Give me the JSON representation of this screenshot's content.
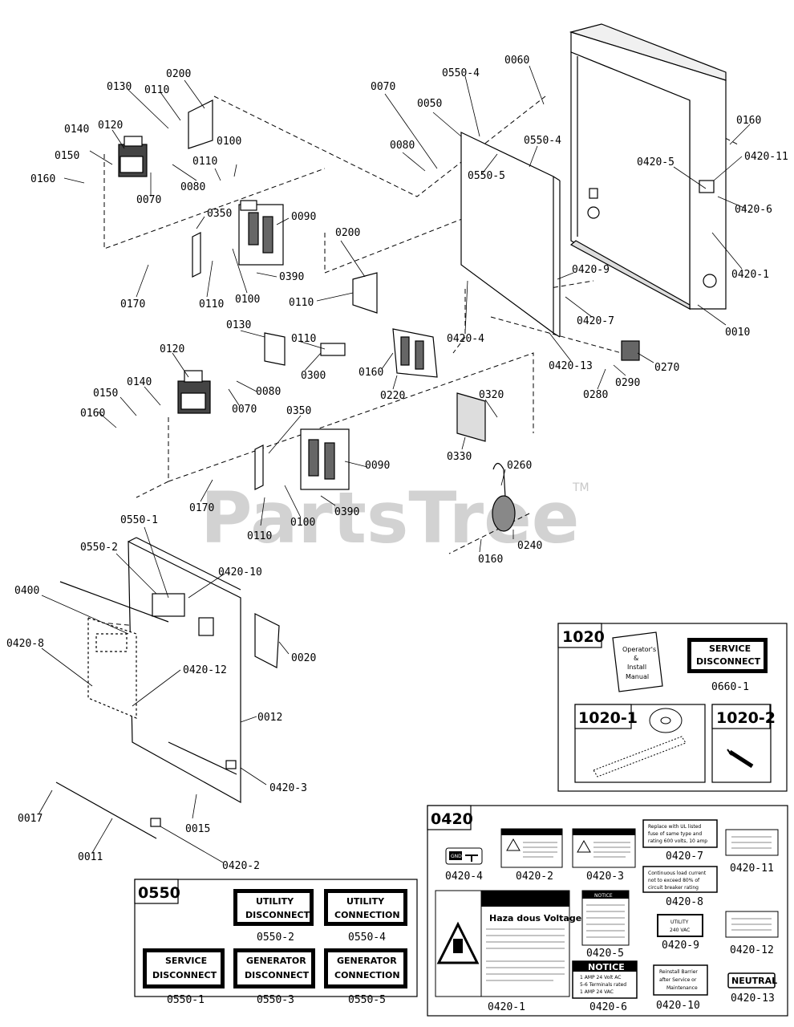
{
  "watermark": {
    "text": "PartsTree",
    "tm": "TM"
  },
  "callouts": {
    "c0200a": "0200",
    "c0130a": "0130",
    "c0110a": "0110",
    "c0120a": "0120",
    "c0140a": "0140",
    "c0150a": "0150",
    "c0160a": "0160",
    "c0070a": "0070",
    "c0080a": "0080",
    "c0110b": "0110",
    "c0100a": "0100",
    "c0350a": "0350",
    "c0090a": "0090",
    "c0390a": "0390",
    "c0170a": "0170",
    "c0110c": "0110",
    "c0100b": "0100",
    "c0070b": "0070",
    "c0050": "0050",
    "c0550_4a": "0550-4",
    "c0060": "0060",
    "c0080b": "0080",
    "c0550_4b": "0550-4",
    "c0550_5": "0550-5",
    "c0160b": "0160",
    "c0420_11": "0420-11",
    "c0420_5": "0420-5",
    "c0420_6": "0420-6",
    "c0420_1": "0420-1",
    "c0010": "0010",
    "c0200b": "0200",
    "c0110d": "0110",
    "c0420_9": "0420-9",
    "c0420_7": "0420-7",
    "c0130b": "0130",
    "c0110e": "0110",
    "c0420_4": "0420-4",
    "c0420_13": "0420-13",
    "c0300": "0300",
    "c0160c": "0160",
    "c0220": "0220",
    "c0120b": "0120",
    "c0140b": "0140",
    "c0080c": "0080",
    "c0150b": "0150",
    "c0070c": "0070",
    "c0160d": "0160",
    "c0270": "0270",
    "c0290": "0290",
    "c0280": "0280",
    "c0320": "0320",
    "c0330": "0330",
    "c0350b": "0350",
    "c0090b": "0090",
    "c0170b": "0170",
    "c0390b": "0390",
    "c0110f": "0110",
    "c0100c": "0100",
    "c0260": "0260",
    "c0240": "0240",
    "c0160e": "0160",
    "c0550_1": "0550-1",
    "c0550_2": "0550-2",
    "c0420_10": "0420-10",
    "c0400": "0400",
    "c0420_8": "0420-8",
    "c0020": "0020",
    "c0420_12": "0420-12",
    "c0012": "0012",
    "c0420_3": "0420-3",
    "c0017": "0017",
    "c0015": "0015",
    "c0011": "0011",
    "c0420_2": "0420-2"
  },
  "box1020": {
    "header": "1020",
    "manual": [
      "Operator's",
      "&",
      "Install",
      "Manual"
    ],
    "label_service": [
      "SERVICE",
      "DISCONNECT"
    ],
    "label_service_code": "0660-1",
    "sub1": "1020-1",
    "sub2": "1020-2"
  },
  "box0550": {
    "header": "0550",
    "labels": [
      {
        "lines": [
          "UTILITY",
          "DISCONNECT"
        ],
        "cap": "0550-2"
      },
      {
        "lines": [
          "UTILITY",
          "CONNECTION"
        ],
        "cap": "0550-4"
      },
      {
        "lines": [
          "SERVICE",
          "DISCONNECT"
        ],
        "cap": "0550-1"
      },
      {
        "lines": [
          "GENERATOR",
          "DISCONNECT"
        ],
        "cap": "0550-3"
      },
      {
        "lines": [
          "GENERATOR",
          "CONNECTION"
        ],
        "cap": "0550-5"
      }
    ]
  },
  "box0420": {
    "header": "0420",
    "caps": {
      "c4": "0420-4",
      "c2": "0420-2",
      "c3": "0420-3",
      "c7": "0420-7",
      "c11": "0420-11",
      "c8": "0420-8",
      "c5": "0420-5",
      "c9": "0420-9",
      "c12": "0420-12",
      "c1": "0420-1",
      "c6": "0420-6",
      "c10": "0420-10",
      "c13": "0420-13"
    },
    "gnd": "GND",
    "hazard_title": "Haza dous Voltage",
    "notice": "NOTICE",
    "notice6": "NOTICE",
    "l9_lines": [
      "UTILITY",
      "240 VAC"
    ],
    "l10_lines": [
      "Reinstall Barrier",
      "after Service or",
      "Maintenance"
    ],
    "l7_lines": [
      "Replace with UL listed",
      "fuse of same type and",
      "rating 600 volts, 10 amp"
    ],
    "l8_lines": [
      "Continuous load current",
      "not to exceed 80% of",
      "circuit breaker rating"
    ],
    "l6_lines": [
      "1 AMP 24 Volt AC",
      "5-6 Terminals rated",
      "1 AMP 24 VAC"
    ],
    "neutral": "NEUTRAL"
  }
}
